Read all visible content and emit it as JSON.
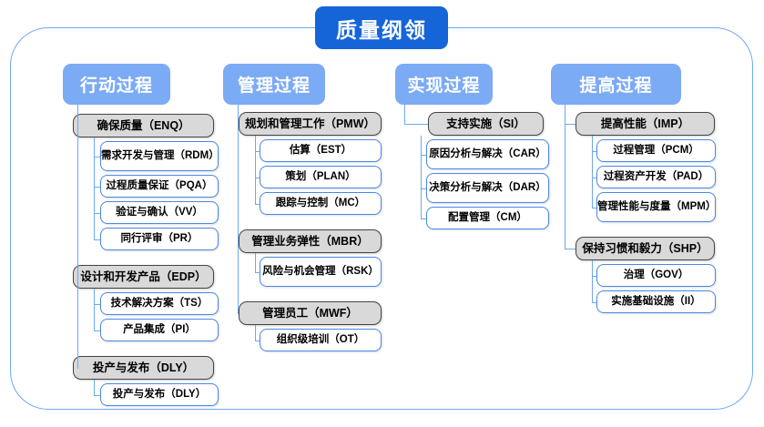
{
  "diagram": {
    "title": "质量纲领",
    "colors": {
      "title_bg": "#1565d8",
      "header_bg": "#7cabf5",
      "group_bg": "#d9d9d9",
      "group_border": "#444444",
      "leaf_border": "#4a86e8",
      "connector": "#6ea8f0",
      "frame_border": "#6ea8f0"
    },
    "columns": [
      {
        "header": "行动过程",
        "groups": [
          {
            "label": "确保质量（ENQ）",
            "children": [
              "需求开发与管理（RDM）",
              "过程质量保证（PQA）",
              "验证与确认（VV）",
              "同行评审（PR）"
            ]
          },
          {
            "label": "设计和开发产品（EDP）",
            "children": [
              "技术解决方案（TS）",
              "产品集成（PI）"
            ]
          },
          {
            "label": "投产与发布（DLY）",
            "children": [
              "投产与发布（DLY）"
            ]
          }
        ]
      },
      {
        "header": "管理过程",
        "groups": [
          {
            "label": "规划和管理工作（PMW）",
            "children": [
              "估算（EST）",
              "策划（PLAN）",
              "跟踪与控制（MC）"
            ]
          },
          {
            "label": "管理业务弹性（MBR）",
            "children": [
              "风险与机会管理（RSK）"
            ]
          },
          {
            "label": "管理员工（MWF）",
            "children": [
              "组织级培训（OT）"
            ]
          }
        ]
      },
      {
        "header": "实现过程",
        "groups": [
          {
            "label": "支持实施（SI）",
            "children": [
              "原因分析与解决（CAR）",
              "决策分析与解决（DAR）",
              "配置管理（CM）"
            ]
          }
        ]
      },
      {
        "header": "提高过程",
        "groups": [
          {
            "label": "提高性能（IMP）",
            "children": [
              "过程管理（PCM）",
              "过程资产开发（PAD）",
              "管理性能与度量（MPM）"
            ]
          },
          {
            "label": "保持习惯和毅力（SHP）",
            "children": [
              "治理（GOV）",
              "实施基础设施（II）"
            ]
          }
        ]
      }
    ]
  }
}
